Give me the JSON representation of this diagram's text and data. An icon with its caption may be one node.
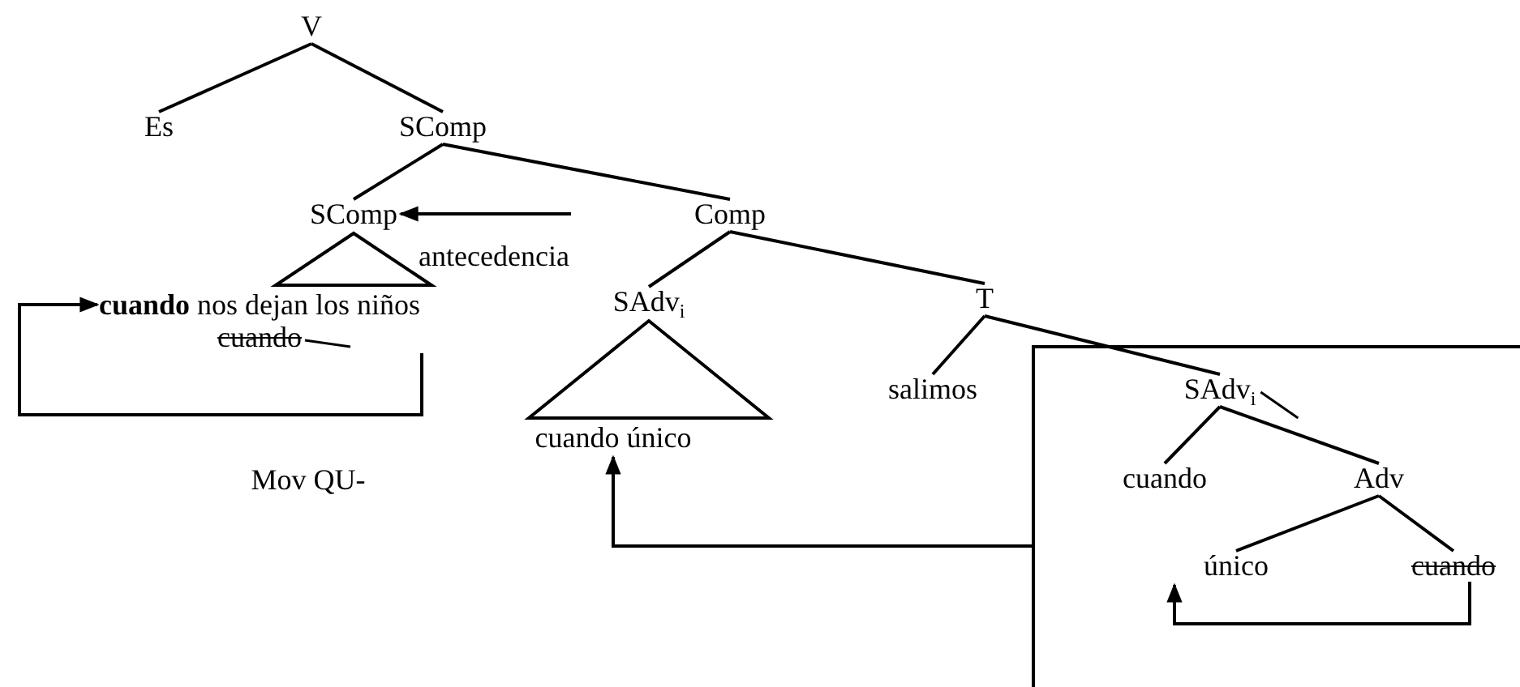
{
  "diagram": {
    "nodes": [
      {
        "text": [
          "V"
        ]
      },
      {
        "text": [
          "Es"
        ]
      },
      {
        "text": [
          "SComp"
        ]
      },
      {
        "text": [
          "SComp"
        ]
      },
      {
        "text": [
          "Comp"
        ]
      },
      {
        "text": [
          "**cuando** nos dejan los niños cuando"
        ]
      },
      {
        "text": [
          "SAdv$_{i}$"
        ]
      },
      {
        "text": [
          "T"
        ]
      },
      {
        "text": [
          "cuando único"
        ]
      },
      {
        "text": [
          "salimos"
        ]
      },
      {
        "text": [],
        "shape": "box"
      },
      {
        "text": [
          "SAdv$_{i}$"
        ],
        "in": 10
      },
      {
        "text": [
          "cuando"
        ],
        "in": 10
      },
      {
        "text": [
          "Adv"
        ],
        "in": 10
      },
      {
        "text": [
          "único"
        ],
        "in": 10
      },
      {
        "text": [
          "cuando"
        ],
        "in": 10
      }
    ],
    "edges": [
      {
        "from": 0,
        "to": 1,
        "arrow": "none"
      },
      {
        "from": 0,
        "to": 2,
        "arrow": "none"
      },
      {
        "from": 2,
        "to": 3,
        "arrow": "none"
      },
      {
        "from": 2,
        "to": 4,
        "arrow": "none"
      },
      {
        "from": 3,
        "to": 5,
        "arrow": "none"
      },
      {
        "from": 4,
        "to": 6,
        "arrow": "none"
      },
      {
        "from": 4,
        "to": 7,
        "arrow": "none"
      },
      {
        "from": 6,
        "to": 8,
        "arrow": "none"
      },
      {
        "from": 7,
        "to": 9,
        "arrow": "none"
      },
      {
        "from": 7,
        "to": 11,
        "arrow": "none"
      },
      {
        "from": 11,
        "to": 12,
        "arrow": "none"
      },
      {
        "from": 11,
        "to": 13,
        "arrow": "none"
      },
      {
        "from": 13,
        "to": 14,
        "arrow": "none"
      },
      {
        "from": 13,
        "to": 15,
        "arrow": "none"
      },
      {
        "from": null,
        "to": 3,
        "arrow": "to",
        "label": "antecedencia"
      },
      {
        "from": 5,
        "to": 5,
        "arrow": "to"
      },
      {
        "from": 10,
        "to": 8,
        "arrow": "to"
      },
      {
        "from": 15,
        "to": 14,
        "arrow": "to"
      }
    ],
    "labels": [
      "Mov QU-"
    ]
  }
}
